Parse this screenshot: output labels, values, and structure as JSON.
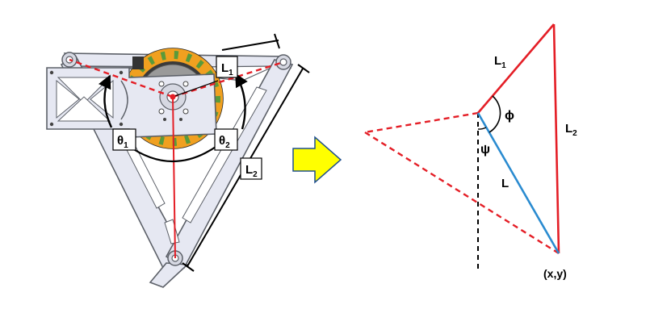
{
  "left_figure": {
    "labels": {
      "l1": {
        "main": "L",
        "sub": "1"
      },
      "l2": {
        "main": "L",
        "sub": "2"
      },
      "theta1": {
        "main": "θ",
        "sub": "1"
      },
      "theta2": {
        "main": "θ",
        "sub": "2"
      }
    }
  },
  "right_figure": {
    "labels": {
      "l1": {
        "main": "L",
        "sub": "1"
      },
      "l2": {
        "main": "L",
        "sub": "2"
      },
      "l": "L",
      "phi": "ϕ",
      "psi": "ψ",
      "endpoint": "(x,y)"
    }
  },
  "colors": {
    "link_red": "#e41e26",
    "virtual_leg_blue": "#2a8bd0",
    "arrow_fill": "#ffff00",
    "arrow_stroke": "#1f4f8f",
    "frame_fill": "#e6e8f2",
    "frame_stroke": "#5c6068",
    "motor_orange": "#f0a020",
    "motor_green": "#5a9a3a"
  }
}
